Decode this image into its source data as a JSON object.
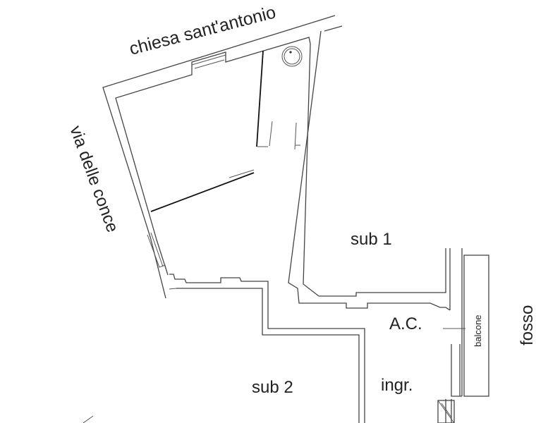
{
  "plan": {
    "street_north": "chiesa sant'antonio",
    "street_west": "via delle conce",
    "street_east": "fosso",
    "rooms": {
      "sub1": "sub  1",
      "sub2": "sub  2",
      "ac": "A.C.",
      "ingr": "ingr.",
      "balcone": "balcone"
    },
    "icons": {
      "fixture": "circle-fixture-icon"
    }
  }
}
